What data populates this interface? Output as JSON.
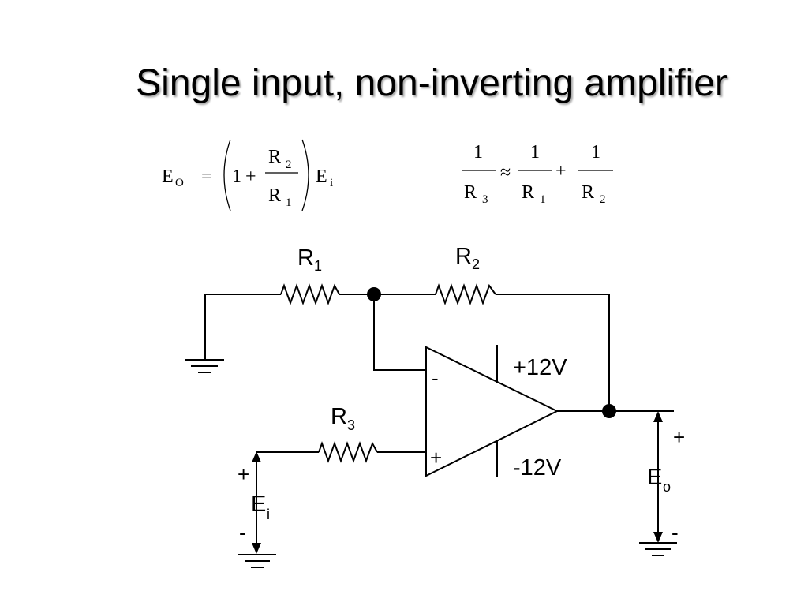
{
  "slide": {
    "title": "Single input, non-inverting amplifier"
  },
  "equation_gain": {
    "lhs_letter": "E",
    "lhs_sub": "O",
    "equals": "=",
    "one": "1",
    "plus": "+",
    "num_letter": "R",
    "num_sub": "2",
    "den_letter": "R",
    "den_sub": "1",
    "rhs_letter": "E",
    "rhs_sub": "i"
  },
  "equation_resistor": {
    "numerator": "1",
    "approx": "≈",
    "plus": "+",
    "r3_letter": "R",
    "r3_sub": "3",
    "r1_letter": "R",
    "r1_sub": "1",
    "r2_letter": "R",
    "r2_sub": "2"
  },
  "circuit": {
    "r1": {
      "letter": "R",
      "sub": "1"
    },
    "r2": {
      "letter": "R",
      "sub": "2"
    },
    "r3": {
      "letter": "R",
      "sub": "3"
    },
    "supply_pos": "+12V",
    "supply_neg": "-12V",
    "inverting_sign": "-",
    "noninverting_sign": "+",
    "input": {
      "letter": "E",
      "sub": "i",
      "plus": "+",
      "minus": "-"
    },
    "output": {
      "letter": "E",
      "sub": "o",
      "plus": "+",
      "minus": "-"
    }
  }
}
